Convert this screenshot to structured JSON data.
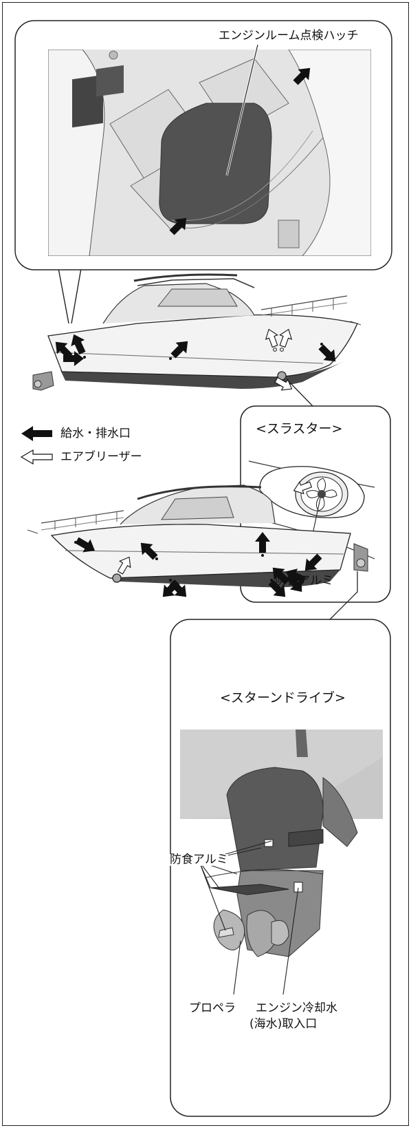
{
  "labels": {
    "hatch": "エンジンルーム点検ハッチ",
    "thruster_title": "<スラスター>",
    "anode_1": "防食アルミ",
    "sterndrive_title": "<スターンドライブ>",
    "anode_2": "防食アルミ",
    "propeller": "プロペラ",
    "intake_line1": "エンジン冷却水",
    "intake_line2": "(海水)取入口"
  },
  "legend": {
    "water_port": "給水・排水口",
    "air_breather": "エアブリーザー"
  },
  "colors": {
    "line": "#222222",
    "hull": "#f2f2f2",
    "bottom": "#4a4a4a",
    "deck_gray": "#cfcfcf",
    "dark": "#4d4d4d",
    "arrow_fill": "#111111"
  }
}
